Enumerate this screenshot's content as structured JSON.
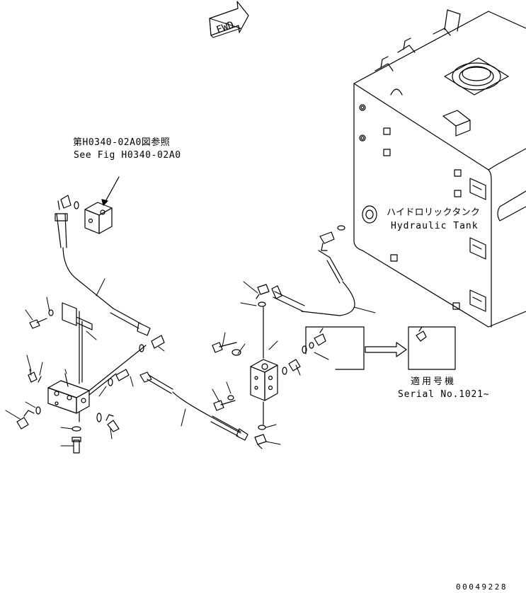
{
  "direction_arrow": {
    "label": "FWD"
  },
  "reference": {
    "line_jp": "第H0340-02A0図参照",
    "line_en": "See Fig H0340-02A0"
  },
  "tank_label": {
    "jp": "ハイドロリックタンク",
    "en": "Hydraulic Tank"
  },
  "serial_note": {
    "jp": "適用号機",
    "en": "Serial No.1021∼"
  },
  "drawing_number": "00049228"
}
